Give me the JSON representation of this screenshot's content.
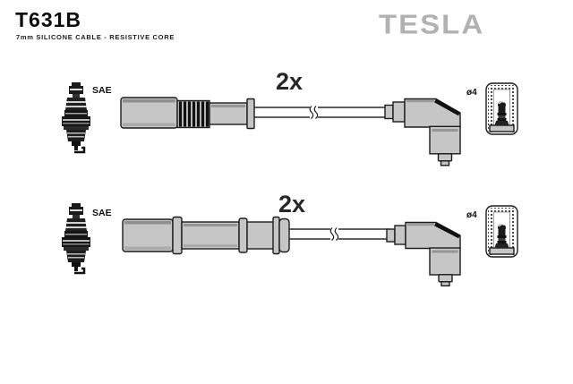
{
  "header": {
    "part_number": "T631B",
    "subtitle": "7mm SILICONE CABLE - RESISTIVE CORE",
    "brand_logo": "TESLA"
  },
  "colors": {
    "background": "#ffffff",
    "brand_gray": "#b1b1b1",
    "boot_fill": "#c6c6c6",
    "boot_shade": "#8f8f8f",
    "outline": "#1c1c1c"
  },
  "rows": [
    {
      "plug_label": "SAE",
      "quantity": "2x",
      "terminal_label": "ø4"
    },
    {
      "plug_label": "SAE",
      "quantity": "2x",
      "terminal_label": "ø4"
    }
  ]
}
